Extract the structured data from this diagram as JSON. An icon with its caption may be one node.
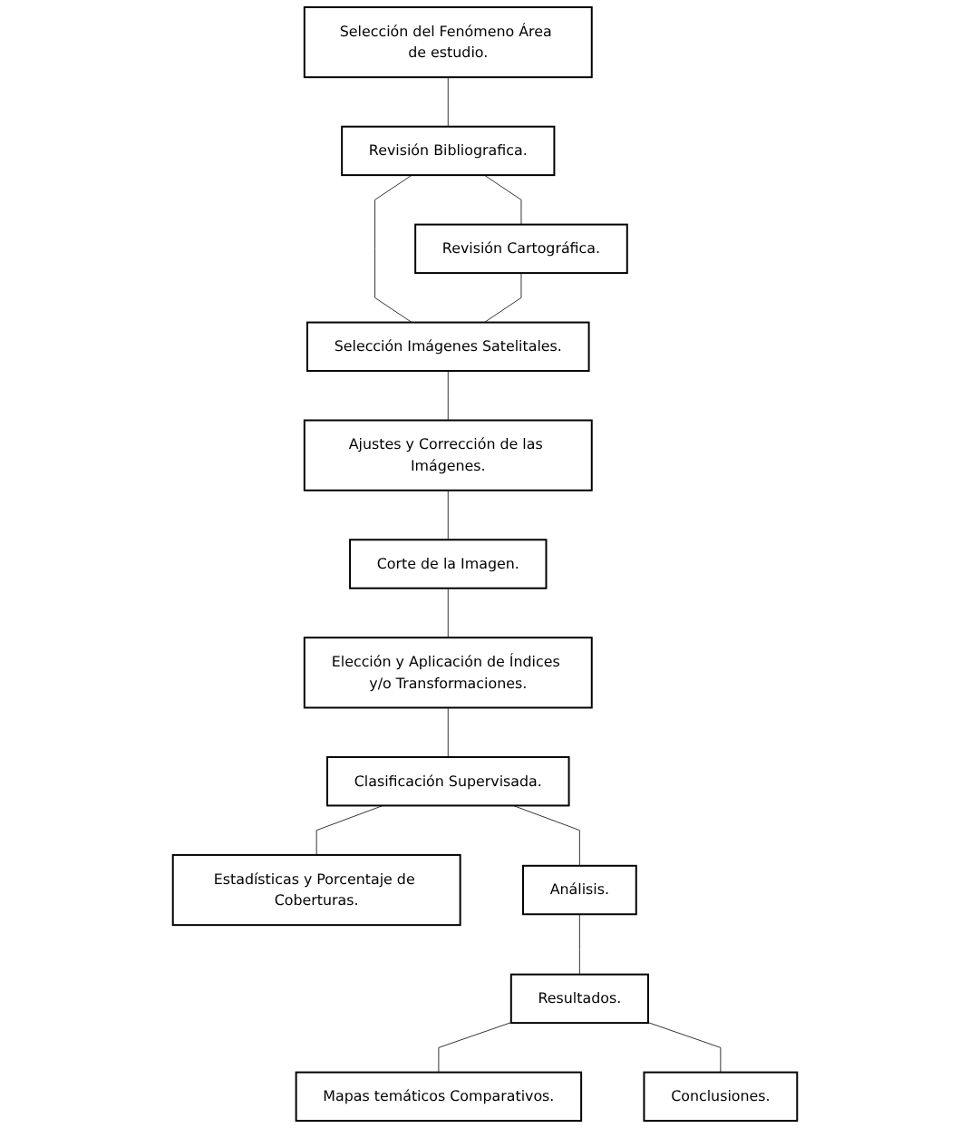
{
  "diagram": {
    "nodes": [
      {
        "text": [
          "Selección del Fenómeno Área de estudio."
        ]
      },
      {
        "text": [
          "Revisión Bibliografica."
        ]
      },
      {
        "text": [
          "Revisión Cartográfica."
        ]
      },
      {
        "text": [
          "Selección Imágenes Satelitales."
        ]
      },
      {
        "text": [
          "Ajustes y Corrección de las Imágenes."
        ]
      },
      {
        "text": [
          "Corte de la Imagen."
        ]
      },
      {
        "text": [
          "Elección y Aplicación de Índices y/o Transformaciones."
        ]
      },
      {
        "text": [
          "Clasificación Supervisada."
        ]
      },
      {
        "text": [
          "Estadísticas y Porcentaje de Coberturas."
        ]
      },
      {
        "text": [
          "Análisis."
        ]
      },
      {
        "text": [
          "Resultados."
        ]
      },
      {
        "text": [
          "Mapas temáticos Comparativos."
        ]
      },
      {
        "text": [
          "Conclusiones."
        ]
      }
    ],
    "edges": [
      {
        "from": 0,
        "to": 1,
        "arrow": "none"
      },
      {
        "from": 1,
        "to": 2,
        "arrow": "none"
      },
      {
        "from": 1,
        "to": 3,
        "arrow": "none"
      },
      {
        "from": 2,
        "to": 3,
        "arrow": "none"
      },
      {
        "from": 3,
        "to": 4,
        "arrow": "none"
      },
      {
        "from": 4,
        "to": 5,
        "arrow": "none"
      },
      {
        "from": 5,
        "to": 6,
        "arrow": "none"
      },
      {
        "from": 6,
        "to": 7,
        "arrow": "none"
      },
      {
        "from": 7,
        "to": 8,
        "arrow": "none"
      },
      {
        "from": 7,
        "to": 9,
        "arrow": "none"
      },
      {
        "from": 9,
        "to": 10,
        "arrow": "none"
      },
      {
        "from": 10,
        "to": 11,
        "arrow": "none"
      },
      {
        "from": 10,
        "to": 12,
        "arrow": "none"
      }
    ]
  }
}
